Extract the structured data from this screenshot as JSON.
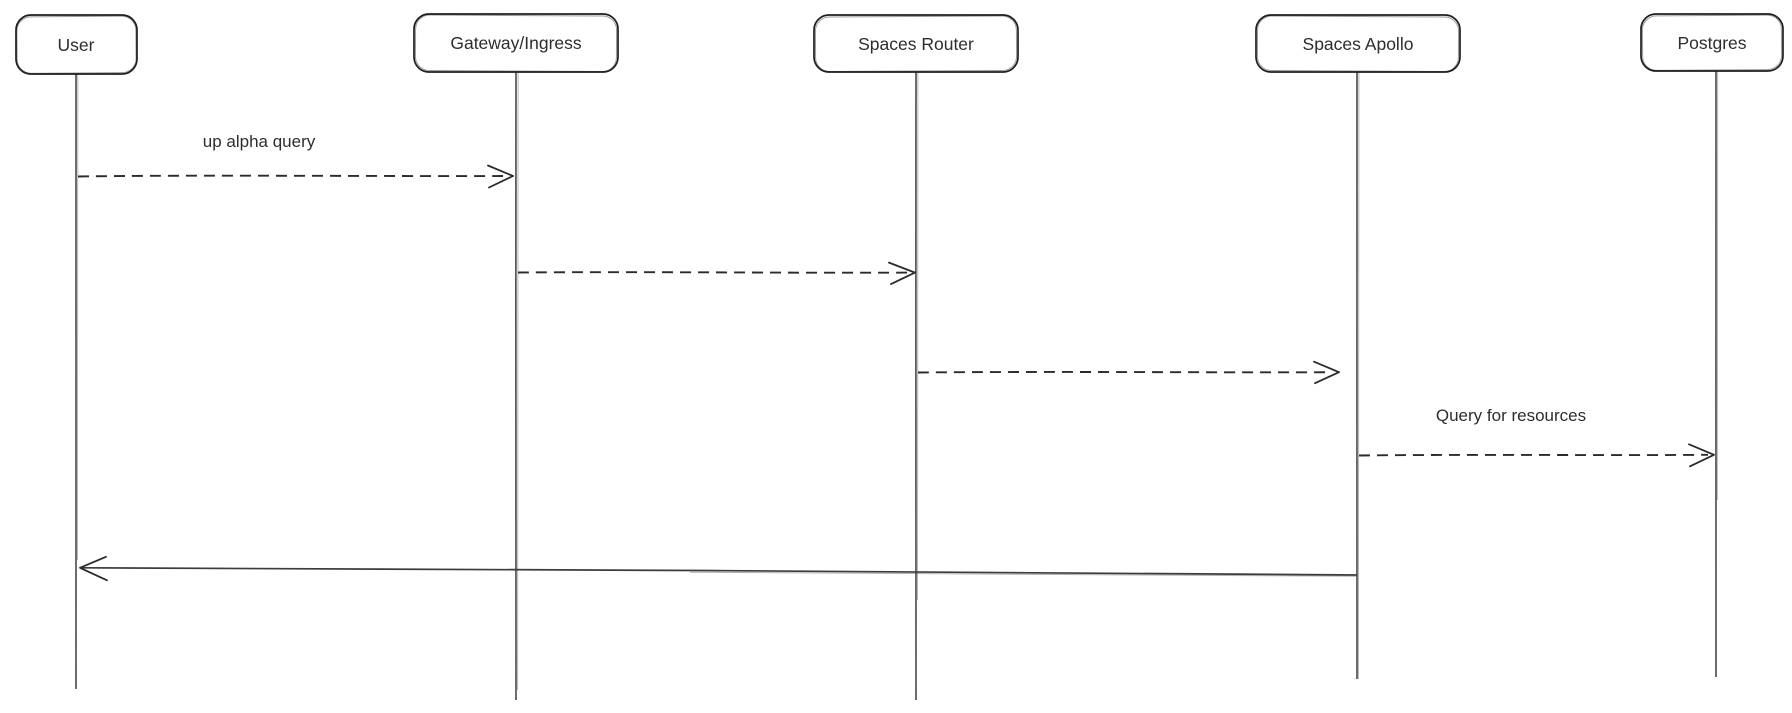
{
  "diagram": {
    "type": "sequence",
    "colors": {
      "background": "#ffffff",
      "stroke": "#1e1e1e",
      "text": "#2d2d2d"
    },
    "actors": [
      {
        "name": "User"
      },
      {
        "name": "Gateway/Ingress"
      },
      {
        "name": "Spaces Router"
      },
      {
        "name": "Spaces Apollo"
      },
      {
        "name": "Postgres"
      }
    ],
    "messages": [
      {
        "from": "User",
        "to": "Gateway/Ingress",
        "label": "up alpha query",
        "line": "dashed",
        "direction": "right"
      },
      {
        "from": "Gateway/Ingress",
        "to": "Spaces Router",
        "label": "",
        "line": "dashed",
        "direction": "right"
      },
      {
        "from": "Spaces Router",
        "to": "Spaces Apollo",
        "label": "",
        "line": "dashed",
        "direction": "right"
      },
      {
        "from": "Spaces Apollo",
        "to": "Postgres",
        "label": "Query for resources",
        "line": "dashed",
        "direction": "right"
      },
      {
        "from": "Spaces Apollo",
        "to": "User",
        "label": "",
        "line": "solid",
        "direction": "left"
      }
    ]
  }
}
